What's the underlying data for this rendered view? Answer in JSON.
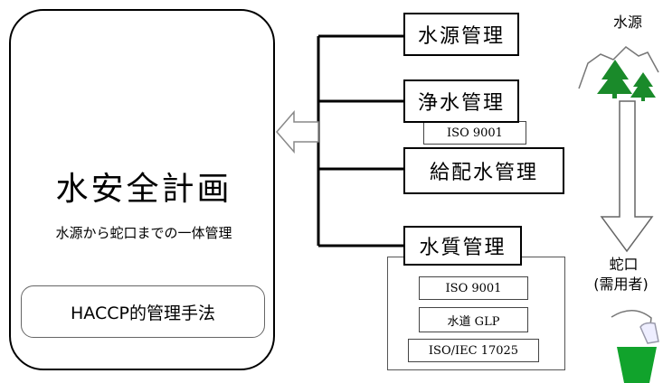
{
  "plan": {
    "title": "水安全計画",
    "subtitle": "水源から蛇口までの一体管理",
    "method": "HACCP的管理手法"
  },
  "categories": {
    "source": "水源管理",
    "purification": "浄水管理",
    "purification_cert": "ISO 9001",
    "distribution": "給配水管理",
    "quality": "水質管理",
    "quality_certs": [
      "ISO 9001",
      "水道 GLP",
      "ISO/IEC 17025"
    ]
  },
  "flow": {
    "source_label": "水源",
    "tap_label_line1": "蛇口",
    "tap_label_line2": "(需用者)"
  },
  "colors": {
    "tree": "#1a8a2a",
    "cup": "#11a32c"
  },
  "icons": [
    "mountain-icon",
    "tree-icon",
    "arrow-down-icon",
    "faucet-icon",
    "cup-icon",
    "arrow-left-icon"
  ]
}
